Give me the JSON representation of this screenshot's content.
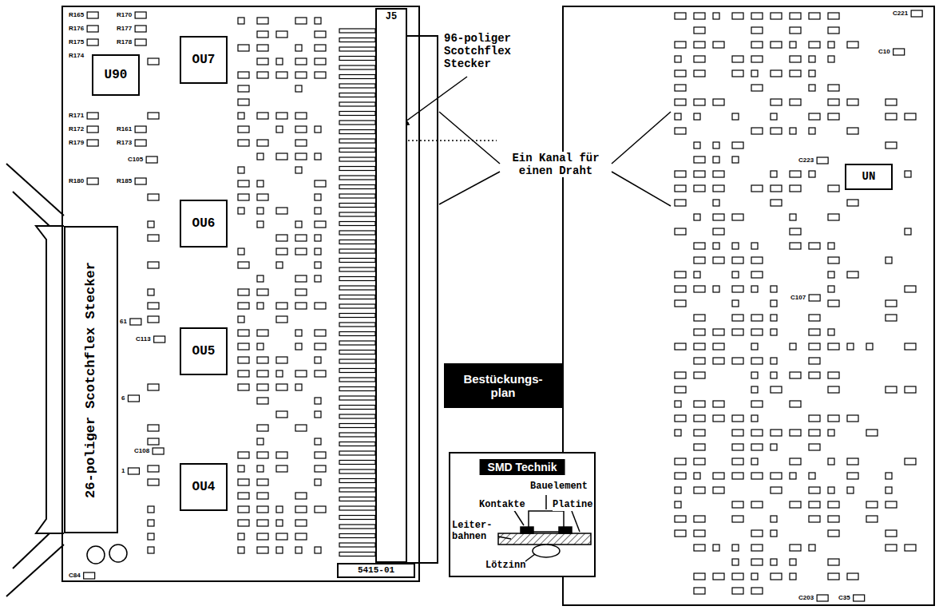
{
  "diagram": {
    "nodes": [
      {
        "text": [
          "26-poliger Scotchflex Stecker"
        ]
      },
      {
        "text": [
          "U90"
        ]
      },
      {
        "text": [
          "OU7"
        ]
      },
      {
        "text": [
          "OU6"
        ]
      },
      {
        "text": [
          "OU5"
        ]
      },
      {
        "text": [
          "OU4"
        ]
      },
      {
        "text": [
          "J5"
        ]
      },
      {
        "text": [
          "5415-01"
        ]
      },
      {
        "text": [
          "UN"
        ]
      },
      {
        "text": [
          "Bestückungs- plan"
        ]
      },
      {
        "text": [
          "SMD Technik"
        ]
      }
    ],
    "labels": [
      "96-poliger Scotchflex Stecker",
      "Ein Kanal für einen Draht",
      "Bauelement",
      "Kontakte",
      "Platine",
      "Leiter- bahnen",
      "Lötzinn",
      "R165",
      "R176",
      "R175",
      "R174",
      "R170",
      "R177",
      "R178",
      "R171",
      "R172",
      "R179",
      "R161",
      "R173",
      "R180",
      "R185",
      "C105",
      "C113",
      "C108",
      "C84",
      "61",
      "6",
      "1",
      "C10",
      "C221",
      "C223",
      "C107",
      "C203",
      "C35"
    ]
  }
}
